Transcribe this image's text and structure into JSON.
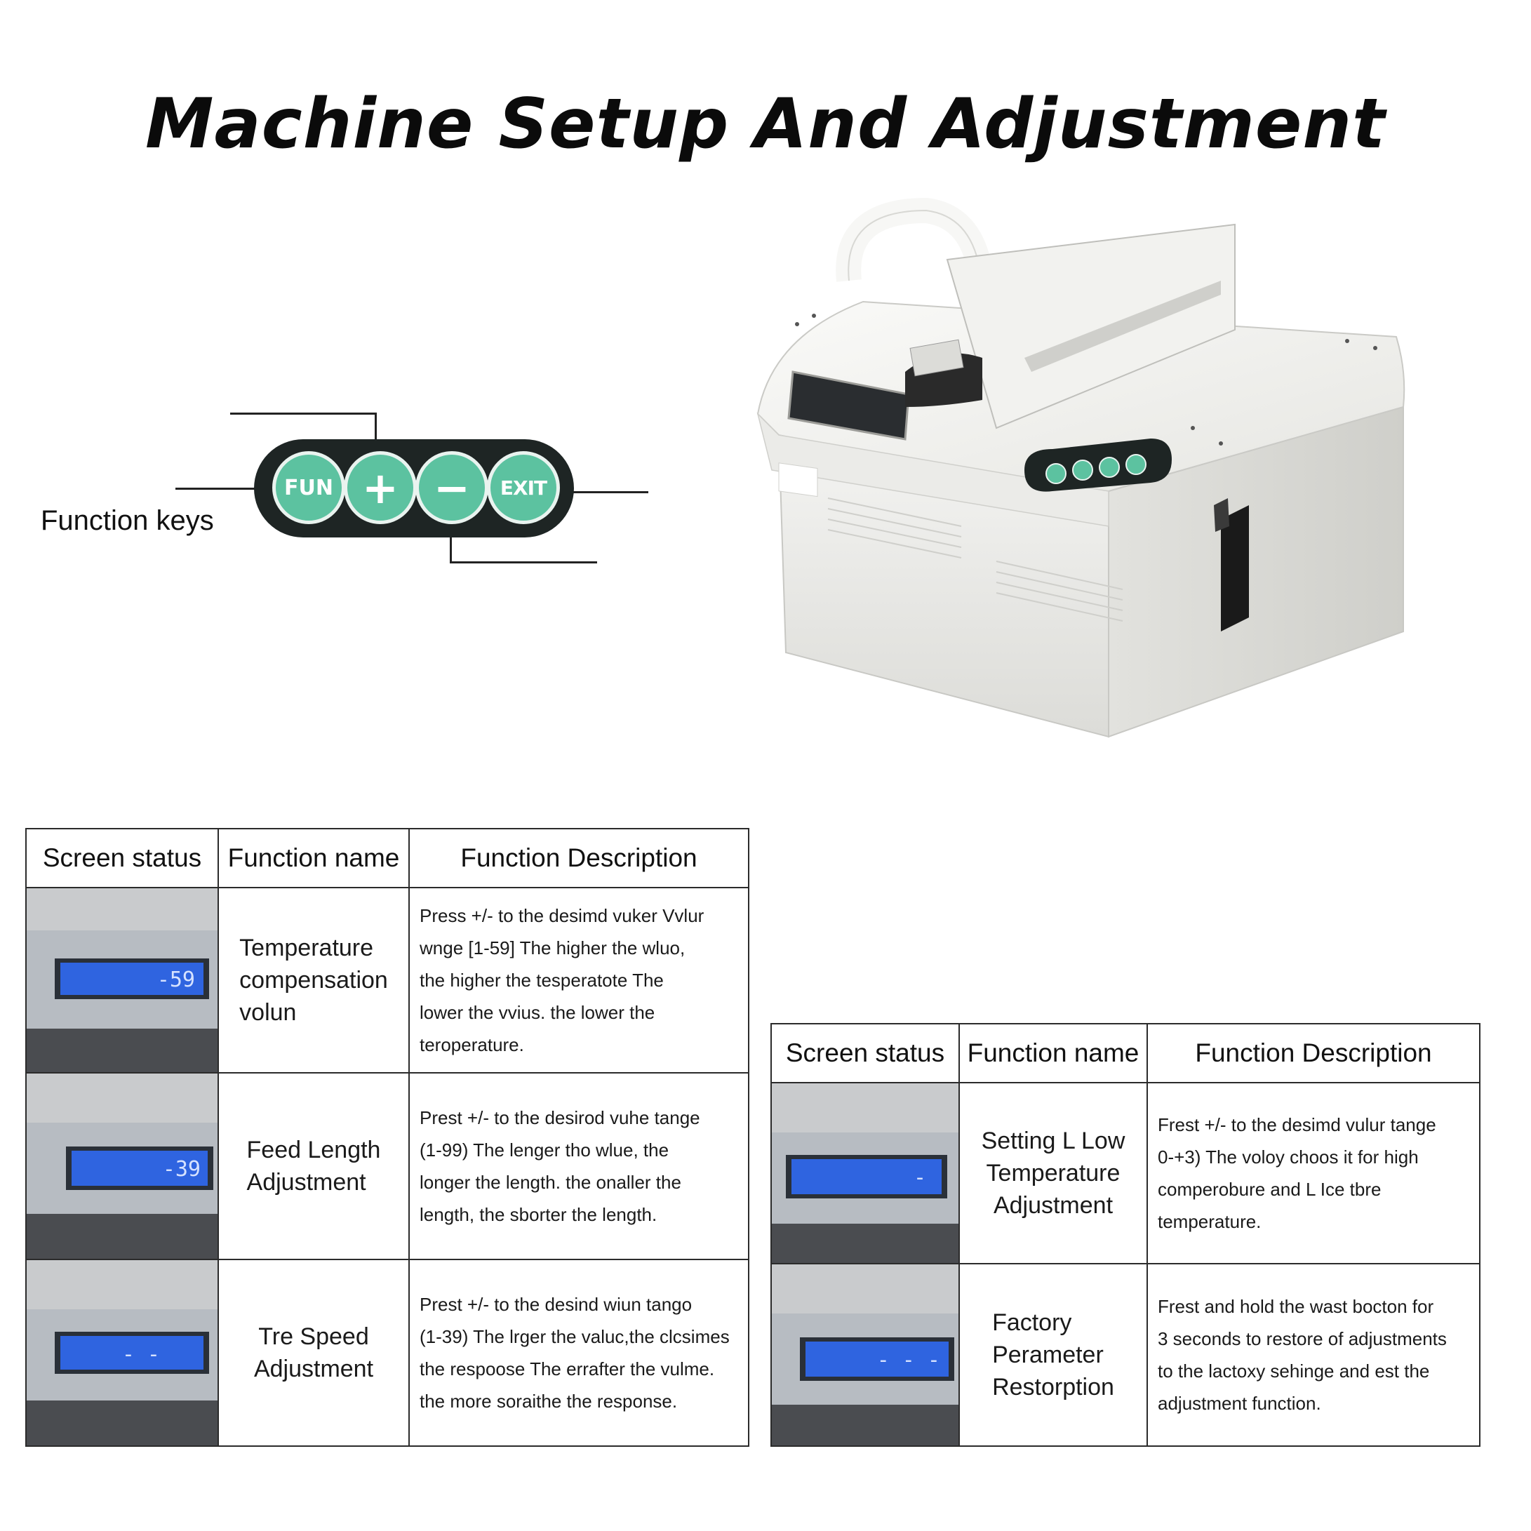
{
  "page": {
    "title": "Machine Setup And Adjustment"
  },
  "keypad": {
    "label": "Function keys",
    "keys": {
      "fun": "FUN",
      "plus": "+",
      "minus": "−",
      "exit": "EXIT"
    },
    "key_color": "#5cc2a0",
    "body_color": "#1e2524"
  },
  "table_left": {
    "headers": {
      "screen": "Screen status",
      "name": "Function name",
      "desc": "Function Description"
    },
    "rows": [
      {
        "name_lines": [
          "Temperature",
          "compensation",
          "volun"
        ],
        "desc_lines": [
          "Press +/- to the desimd vuker Vvlur",
          "wnge [1-59] The higher the wluo,",
          "the higher the tesperatote The",
          "lower the vvius. the lower the",
          "teroperature."
        ],
        "display": "-59"
      },
      {
        "name_lines": [
          "Feed Length",
          "Adjustment"
        ],
        "desc_lines": [
          "Prest +/- to the desirod vuhe tange",
          "(1-99) The lenger tho wlue, the",
          "longer the length. the onaller the",
          "length, the sborter the length."
        ],
        "display": "-39"
      },
      {
        "name_lines": [
          "Tre Speed",
          "Adjustment"
        ],
        "desc_lines": [
          "Prest +/- to the desind wiun tango",
          "(1-39) The lrger the valuc,the clcsimes",
          "the respoose The errafter the vulme.",
          "the more soraithe the response."
        ],
        "display": "- -"
      }
    ]
  },
  "table_right": {
    "headers": {
      "screen": "Screen status",
      "name": "Function name",
      "desc": "Function Description"
    },
    "rows": [
      {
        "name_lines": [
          "Setting L Low",
          "Temperature",
          "Adjustment"
        ],
        "desc_lines": [
          "Frest +/- to the desimd vulur tange",
          "0-+3) The voloy choos it for high",
          "comperobure and L Ice tbre",
          "temperature."
        ],
        "display": "-"
      },
      {
        "name_lines": [
          "Factory",
          "Perameter",
          "Restorption"
        ],
        "desc_lines": [
          "Frest and hold the wast bocton for",
          "3 seconds to restore of adjustments",
          "to the lactoxy sehinge and est the",
          " adjustment function."
        ],
        "display": "- - -"
      }
    ]
  },
  "colors": {
    "lcd": "#2f64e0",
    "machine": "#eeeeec",
    "border": "#2b2b2b"
  }
}
